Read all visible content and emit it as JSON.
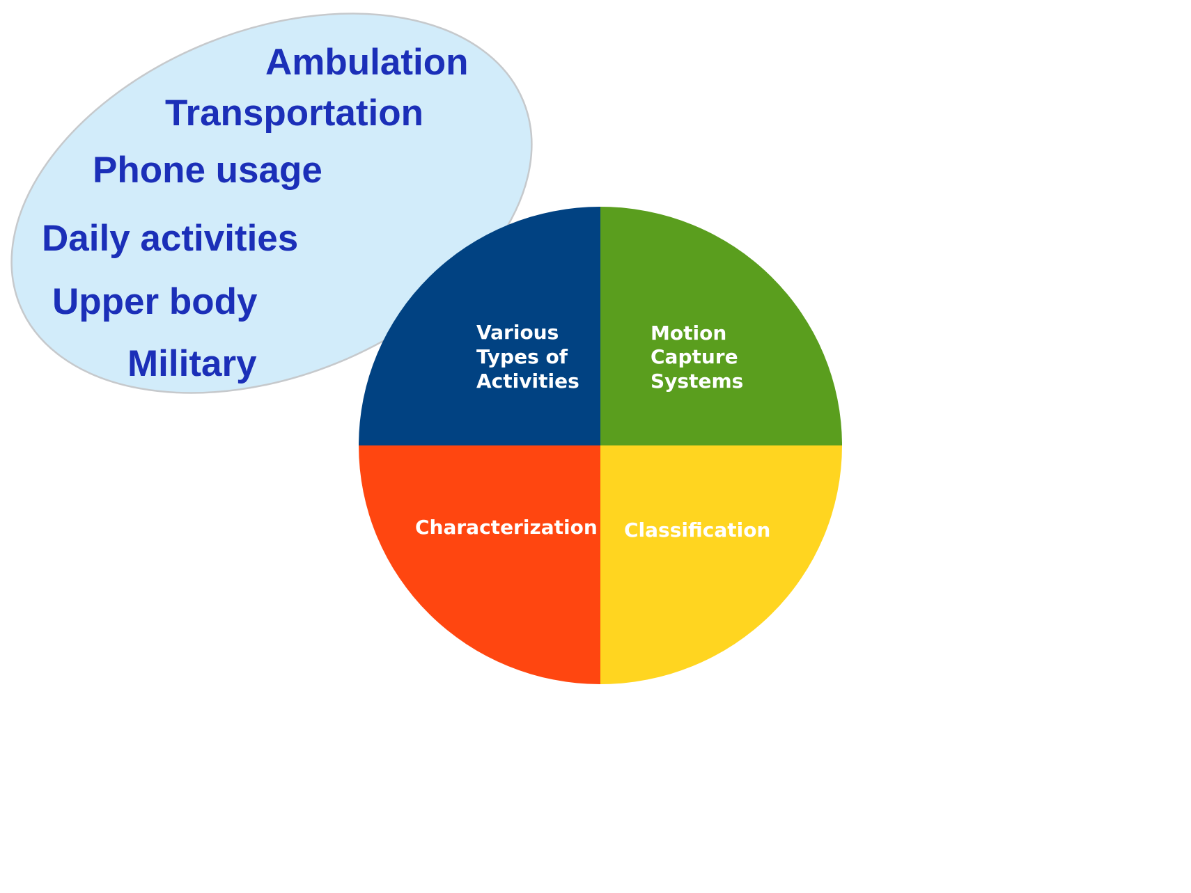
{
  "colors": {
    "ellipse_fill": "#d2ecfa",
    "ellipse_stroke": "#c6c9cc",
    "activity_text": "#1b2fb8",
    "quadrant_text": "#ffffff",
    "quad_activities": "#014282",
    "quad_motion_capture": "#5a9e1e",
    "quad_characterization": "#ff4610",
    "quad_classification": "#ffd520"
  },
  "activities": {
    "ambulation": "Ambulation",
    "transportation": "Transportation",
    "phone_usage": "Phone usage",
    "daily_activities": "Daily activities",
    "upper_body": "Upper body",
    "military": "Military"
  },
  "quadrants": {
    "activities": [
      "Various",
      "Types of",
      "Activities"
    ],
    "motion_capture": [
      "Motion",
      "Capture",
      "Systems"
    ],
    "characterization": [
      "Characterization"
    ],
    "classification": [
      "Classification"
    ]
  }
}
